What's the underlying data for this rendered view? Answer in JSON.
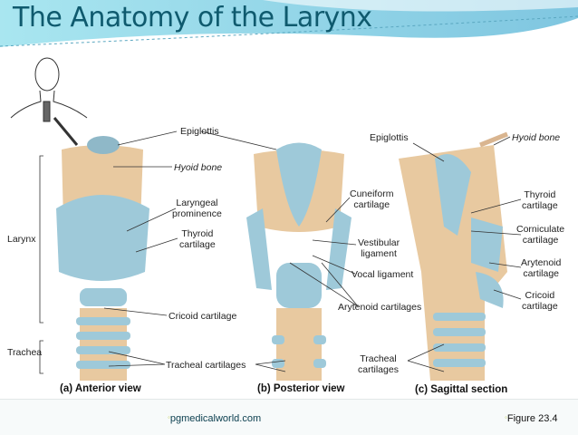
{
  "title": "The Anatomy of the Larynx",
  "labels": {
    "epiglottis_a": "Epiglottis",
    "hyoid_a": "Hyoid bone",
    "laryngeal_prominence": "Laryngeal\nprominence",
    "thyroid_a": "Thyroid\ncartilage",
    "cricoid_a": "Cricoid cartilage",
    "larynx": "Larynx",
    "trachea": "Trachea",
    "tracheal_a": "Tracheal cartilages",
    "cuneiform": "Cuneiform\ncartilage",
    "vestibular": "Vestibular\nligament",
    "vocal": "Vocal ligament",
    "arytenoid_b": "Arytenoid cartilages",
    "epiglottis_c": "Epiglottis",
    "hyoid_c": "Hyoid bone",
    "thyroid_c": "Thyroid\ncartilage",
    "corniculate": "Corniculate\ncartilage",
    "arytenoid_c": "Arytenoid\ncartilage",
    "cricoid_c": "Cricoid\ncartilage",
    "tracheal_c": "Tracheal\ncartilages"
  },
  "captions": {
    "a": "(a) Anterior view",
    "b": "(b) Posterior view",
    "c": "(c) Sagittal section"
  },
  "footer": {
    "site": "pgmedicalworld.com",
    "figure": "Figure 23.4"
  },
  "colors": {
    "title": "#0f5a6e",
    "cartilage": "#9ec9d9",
    "tissue": "#e8c9a0"
  }
}
